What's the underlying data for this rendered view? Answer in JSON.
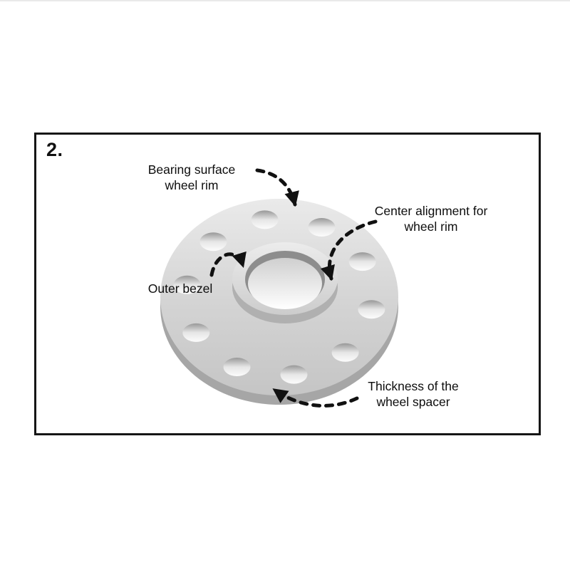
{
  "frame": {
    "step_label": "2."
  },
  "labels": {
    "bearing_surface": {
      "line1": "Bearing surface",
      "line2": "wheel rim"
    },
    "center_alignment": {
      "line1": "Center alignment for",
      "line2": "wheel rim"
    },
    "outer_bezel": {
      "line1": "Outer bezel"
    },
    "thickness": {
      "line1": "Thickness of the",
      "line2": "wheel spacer"
    }
  },
  "illustration": {
    "subject": "wheel spacer with bolt holes and center hub",
    "colors": {
      "metal_light": "#e9e9e9",
      "metal_mid": "#cfcfcf",
      "metal_dark": "#a6a6a6",
      "arrow": "#111111",
      "frame_border": "#161616",
      "background": "#ffffff"
    }
  }
}
